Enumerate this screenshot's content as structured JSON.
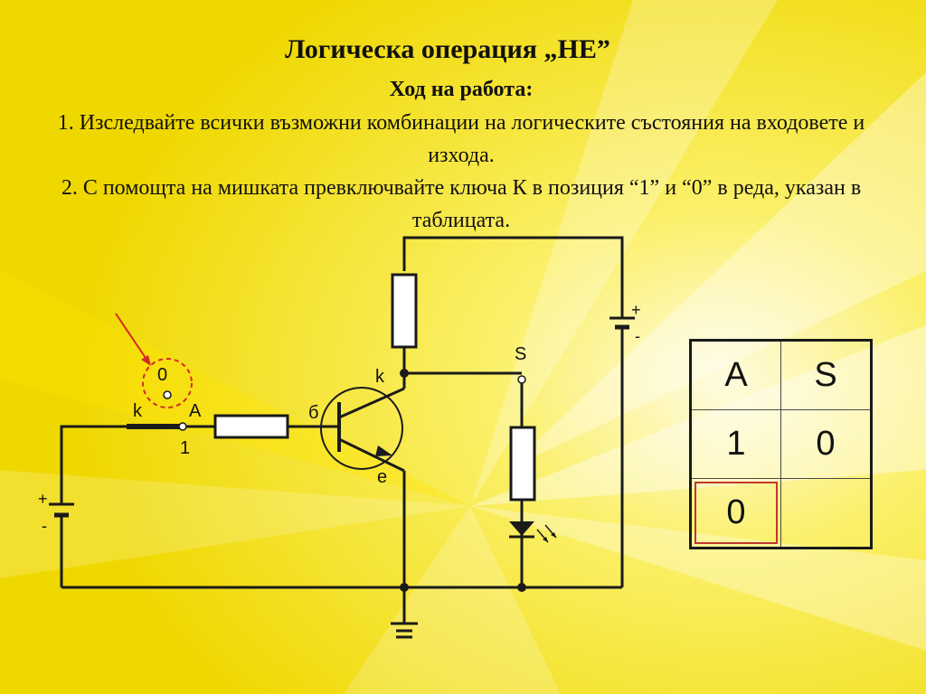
{
  "title": "Логическа операция „НЕ”",
  "subtitle": "Ход на работа:",
  "instructions": [
    "1. Изследвайте всички възможни комбинации на логическите състояния на входовете и изхода.",
    "2. С помощта на мишката превключвайте ключа К в позиция “1” и “0” в реда, указан в таблицата."
  ],
  "circuit": {
    "switch_label": "k",
    "input_label": "A",
    "position_0": "0",
    "position_1": "1",
    "base_label": "б",
    "collector_label": "k",
    "emitter_label": "e",
    "output_label": "S",
    "battery_plus": "+",
    "battery_minus": "-",
    "supply_plus": "+",
    "supply_minus": "-"
  },
  "truth_table": {
    "headers": [
      "A",
      "S"
    ],
    "rows": [
      [
        "1",
        "0"
      ],
      [
        "0",
        ""
      ]
    ]
  },
  "colors": {
    "background": "#f3e51c",
    "pointer_arrow": "#d62828",
    "highlight_circle": "#d62828",
    "wire": "#1a1a1a"
  }
}
